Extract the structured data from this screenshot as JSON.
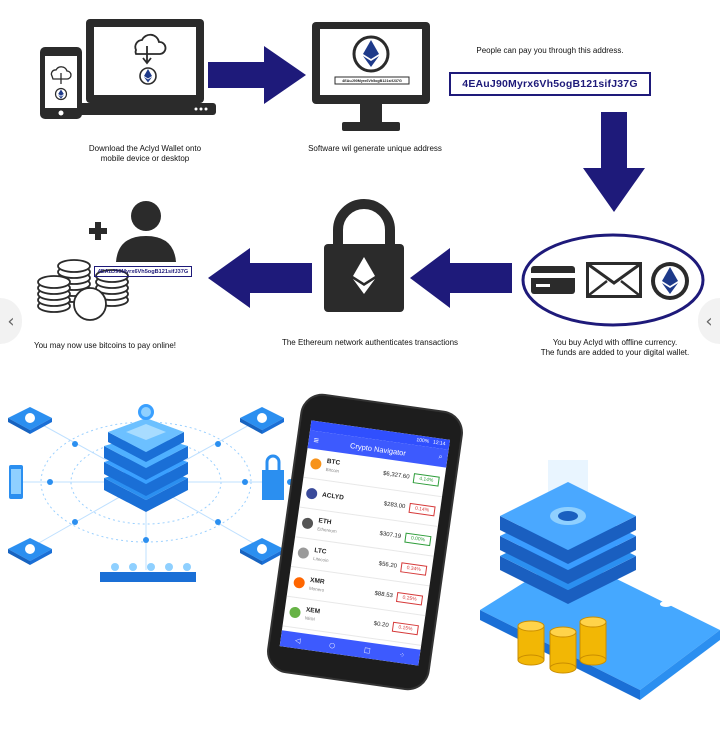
{
  "diagram": {
    "captions": {
      "download_line1": "Download the Aclyd Wallet onto",
      "download_line2": "mobile device or desktop",
      "software": "Software wil generate unique address",
      "people": "People can pay you through this address.",
      "use_bitcoins": "You may now use bitcoins to pay online!",
      "network": "The Ethereum network authenticates transactions",
      "buy_line1": "You buy Aclyd with  offline currency.",
      "buy_line2": "The funds are added to your digital wallet."
    },
    "address_big": "4EAuJ90Myrx6Vh5ogB121sifJ37G",
    "address_small": "4EAuJ90Myrx6Vh5ogB121sifJ37G",
    "address_monitor": "4EAuJ90Myrx6Vh5ogB121sifJ37G"
  },
  "carousel": {
    "prev_label": "‹",
    "next_label": "‹"
  },
  "phone": {
    "status_time": "12:14",
    "status_battery": "100%",
    "app_title": "Crypto Navigator",
    "coins": [
      {
        "symbol": "BTC",
        "name": "Bitcoin",
        "price": "$6,327.60",
        "change": "4.14%",
        "trend": "up"
      },
      {
        "symbol": "ACLYD",
        "name": "",
        "price": "$283.00",
        "change": "0.14%",
        "trend": "down"
      },
      {
        "symbol": "ETH",
        "name": "Ethereum",
        "price": "$307.19",
        "change": "0.00%",
        "trend": "up"
      },
      {
        "symbol": "LTC",
        "name": "Litecoin",
        "price": "$56.20",
        "change": "0.34%",
        "trend": "down"
      },
      {
        "symbol": "XMR",
        "name": "Monero",
        "price": "$88.53",
        "change": "0.25%",
        "trend": "down"
      },
      {
        "symbol": "XEM",
        "name": "NEM",
        "price": "$0.20",
        "change": "0.15%",
        "trend": "down"
      }
    ]
  },
  "colors": {
    "navy": "#1e1a7a",
    "ink": "#2b2b2b",
    "iso_blue": "#2b8ff0",
    "phone_header": "#3d5afe",
    "up": "#2e9d3a",
    "down": "#d63a3a",
    "gold": "#f2b705"
  }
}
